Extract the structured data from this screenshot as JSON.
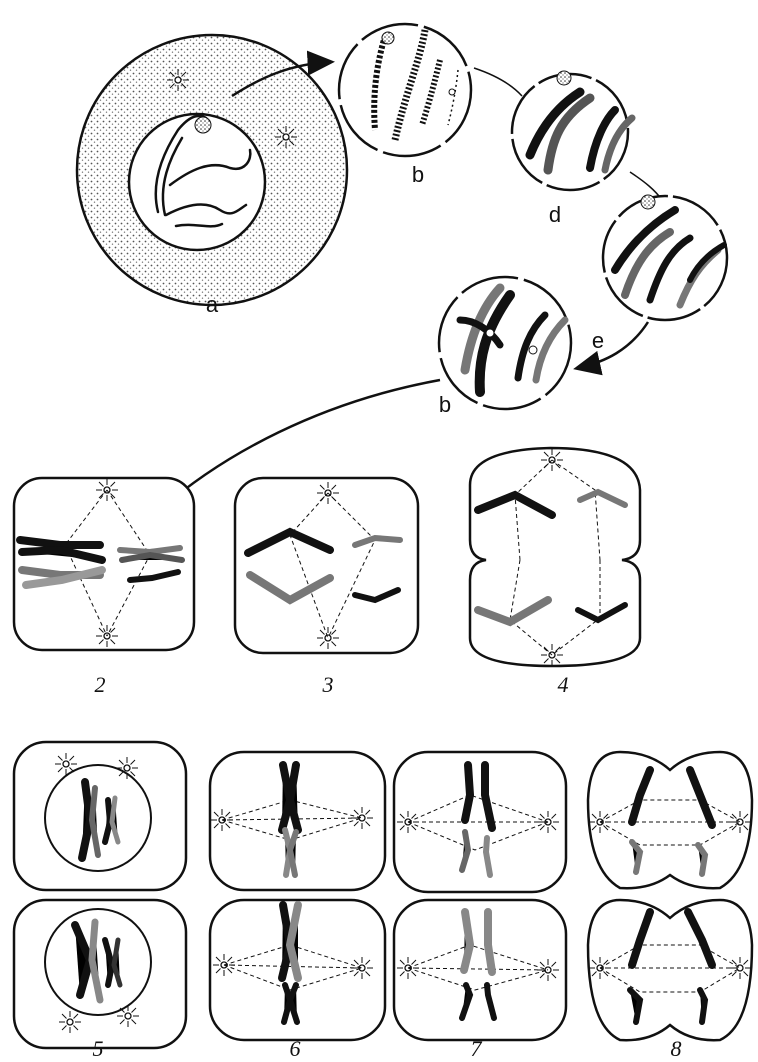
{
  "figure": {
    "stage_labels": {
      "a": "a",
      "b_top": "b",
      "d": "d",
      "e": "e",
      "b_lower": "b"
    },
    "panel_numbers": {
      "n2": "2",
      "n3": "3",
      "n4": "4",
      "n5": "5",
      "n6": "6",
      "n7": "7",
      "n8": "8"
    }
  }
}
